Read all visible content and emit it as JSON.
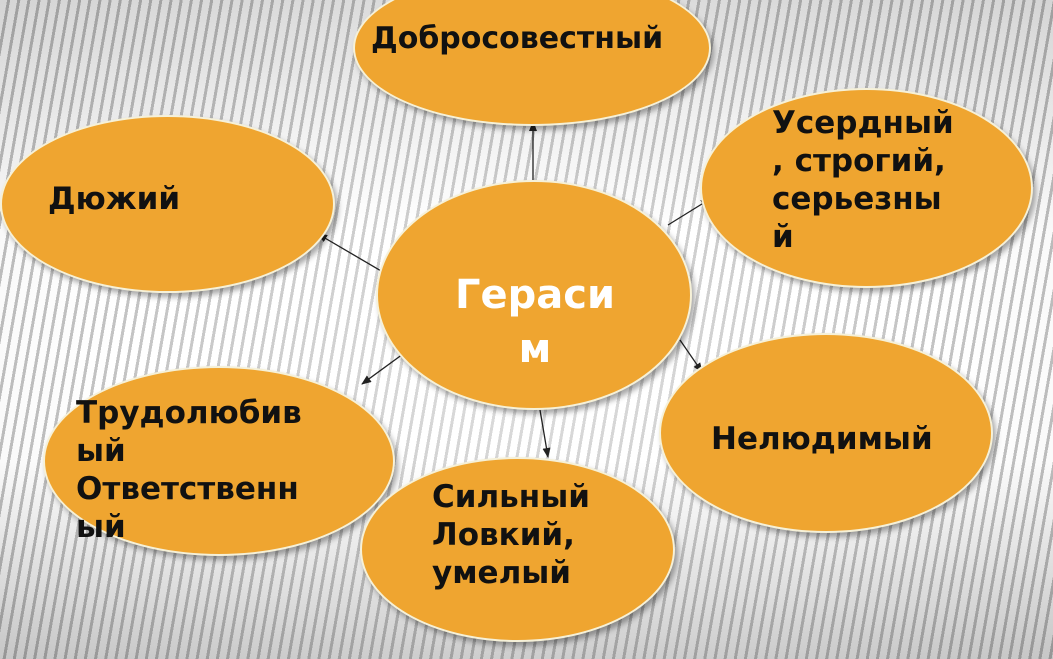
{
  "colors": {
    "node_fill": "#efa530",
    "node_border": "#f6f1d8",
    "center_text": "#ffffff",
    "text": "#111111",
    "arrow": "#222222"
  },
  "center": {
    "label": "Гераси\nм"
  },
  "nodes": {
    "top": "Добросовестный",
    "top_right": "Усердный\n, строгий,\nсерьезны\nй",
    "left": "Дюжий",
    "right": "Нелюдимый",
    "bottom": "Сильный\nЛовкий,\nумелый",
    "bottom_left": "Трудолюбив\nый\nОтветственн\nый"
  }
}
